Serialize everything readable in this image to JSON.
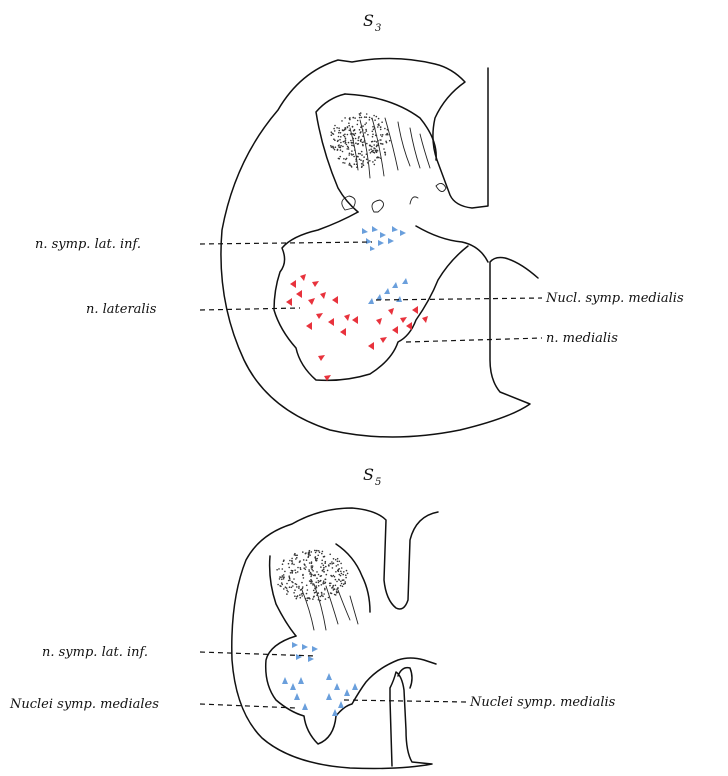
{
  "colors": {
    "motor_nuclei": "#e8323c",
    "sympathetic_nuclei": "#6a9fdc",
    "ink": "#111111"
  },
  "sections": [
    {
      "id": "s3",
      "segment_letter": "S",
      "segment_sub": "3",
      "labels": {
        "symp_lat_inf": "n. symp. lat. inf.",
        "lateralis": "n. lateralis",
        "nucl_symp_medialis": "Nucl. symp. medialis",
        "medialis": "n. medialis"
      }
    },
    {
      "id": "s5",
      "segment_letter": "S",
      "segment_sub": "5",
      "labels": {
        "symp_lat_inf": "n. symp. lat. inf.",
        "nuclei_symp_mediales": "Nuclei symp. mediales",
        "nuclei_symp_medialis": "Nuclei symp. medialis"
      }
    }
  ]
}
